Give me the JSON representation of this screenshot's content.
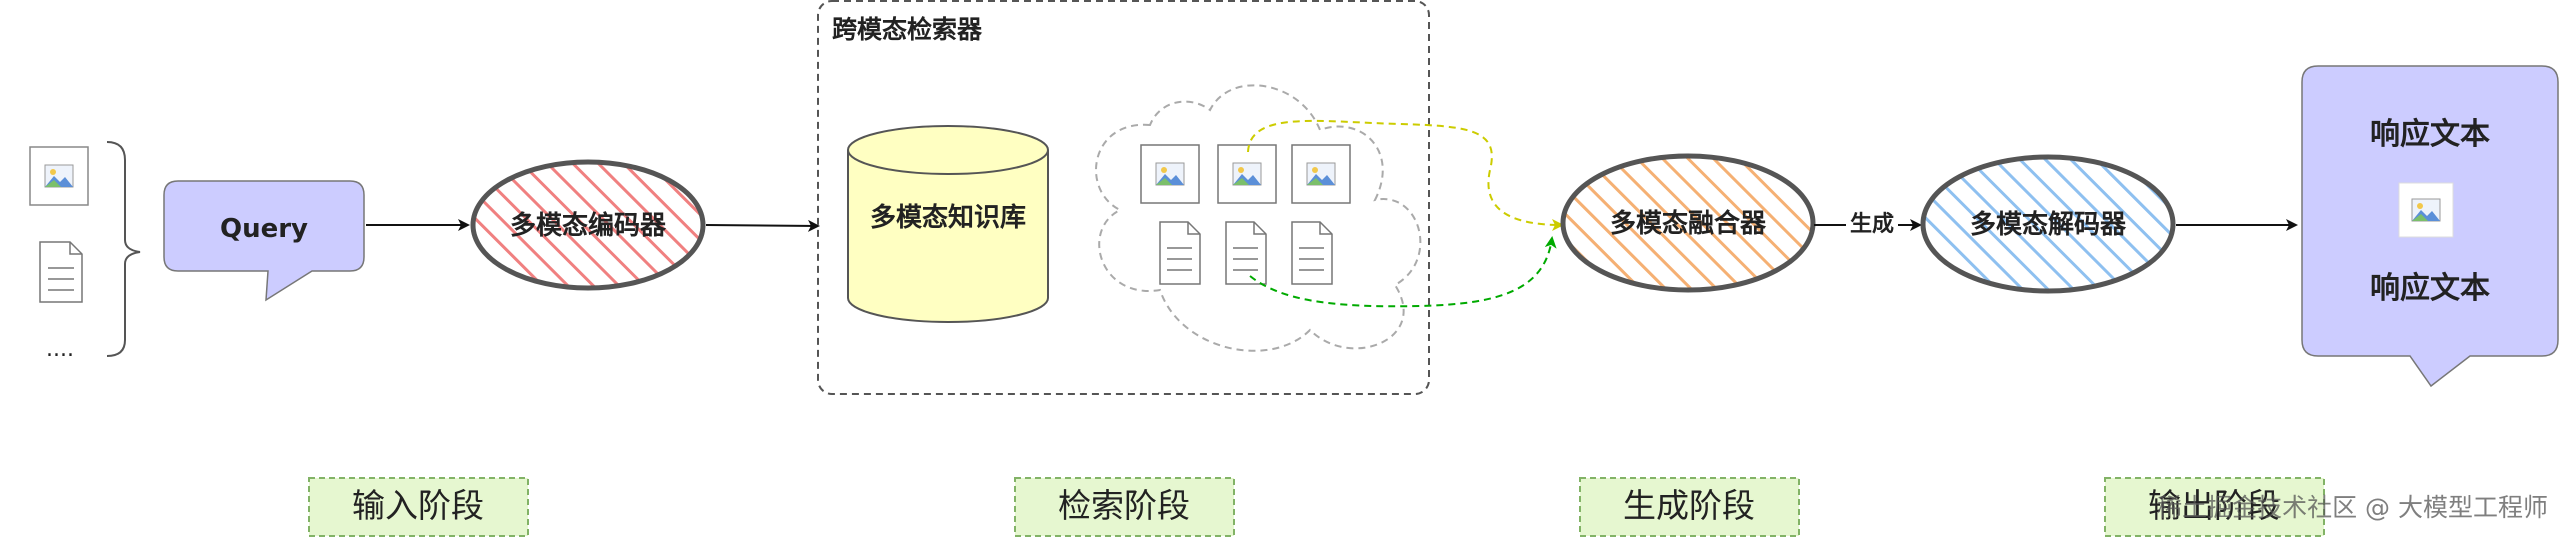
{
  "inputs": {
    "ellipsis": "...."
  },
  "query": {
    "label": "Query"
  },
  "encoder": {
    "label": "多模态编码器"
  },
  "retriever": {
    "title": "跨模态检索器",
    "knowledge_base": "多模态知识库"
  },
  "fuser": {
    "label": "多模态融合器"
  },
  "generate_edge": {
    "label": "生成"
  },
  "decoder": {
    "label": "多模态解码器"
  },
  "output": {
    "text1": "响应文本",
    "text2": "响应文本"
  },
  "stages": [
    "输入阶段",
    "检索阶段",
    "生成阶段",
    "输出阶段"
  ],
  "watermark": "稀土掘金技术社区 @ 大模型工程师",
  "colors": {
    "query_fill": "#ccccff",
    "encoder_hatch": "#f08080",
    "fuser_hatch": "#f5b073",
    "decoder_hatch": "#8ec0f0",
    "db_fill": "#ffffc2",
    "stage_fill": "#e6f7d0",
    "stage_border": "#82b366",
    "output_fill": "#ccccff",
    "image_edge": "#cccc00",
    "doc_edge": "#00aa00"
  },
  "icons": [
    "image-icon",
    "document-icon",
    "cloud-icon",
    "database-icon"
  ]
}
